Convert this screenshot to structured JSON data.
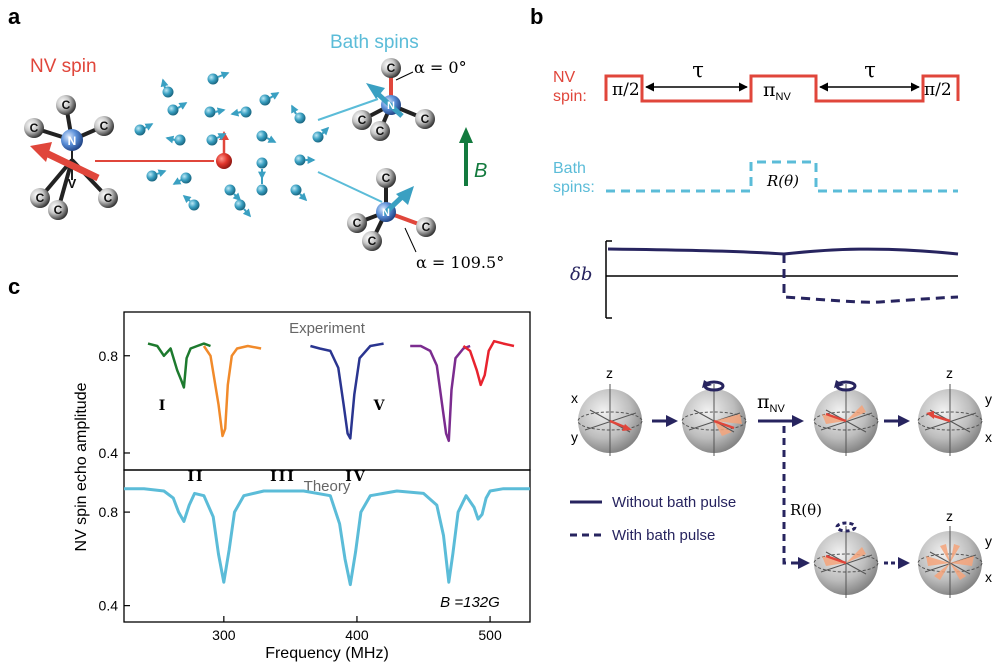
{
  "panels": {
    "a": "a",
    "b": "b",
    "c": "c"
  },
  "colors": {
    "nv_red": "#e0463b",
    "bath_blue": "#5bbcd8",
    "field_green": "#137a3e",
    "navy": "#27245f",
    "spin_orange": "#f5a37a",
    "theory_line": "#5bbcd8",
    "exp_I": "#1d7a2e",
    "exp_II": "#f18a2a",
    "exp_III": "#2a3590",
    "exp_IV": "#7b2c8f",
    "exp_V": "#e8232e"
  },
  "panel_a": {
    "nv_title": "NV spin",
    "bath_title": "Bath spins",
    "alpha_top": "α = 0°",
    "alpha_bottom": "α = 109.5°",
    "field_label": "B",
    "atom_c": "C",
    "atom_n": "N",
    "vacancy": "V"
  },
  "panel_b": {
    "nv_label_1": "NV",
    "nv_label_2": "spin:",
    "bath_label_1": "Bath",
    "bath_label_2": "spins:",
    "pi_half": "π/2",
    "tau": "τ",
    "pi_nv": "π",
    "pi_nv_sub": "NV",
    "rotation": "R(θ)",
    "delta_b": "δb",
    "legend_without": "Without bath pulse",
    "legend_with": "With bath pulse",
    "axis_x": "x",
    "axis_y": "y",
    "axis_z": "z"
  },
  "chart_data": {
    "type": "line",
    "xlabel": "Frequency (MHz)",
    "ylabel": "NV spin echo amplitude",
    "xlim": [
      225,
      530
    ],
    "x_ticks": [
      300,
      400,
      500
    ],
    "subplots": [
      {
        "title": "Experiment",
        "ylim": [
          0.33,
          0.98
        ],
        "y_ticks": [
          0.4,
          0.8
        ],
        "series": [
          {
            "name": "I",
            "x": [
              243,
              250,
              255,
              260,
              265,
              268,
              270,
              272,
              275,
              280,
              285,
              290
            ],
            "y": [
              0.85,
              0.84,
              0.8,
              0.83,
              0.74,
              0.7,
              0.67,
              0.79,
              0.83,
              0.84,
              0.85,
              0.84
            ]
          },
          {
            "name": "II",
            "x": [
              285,
              290,
              293,
              296,
              299,
              301,
              303,
              306,
              310,
              318,
              328
            ],
            "y": [
              0.84,
              0.8,
              0.7,
              0.6,
              0.47,
              0.5,
              0.68,
              0.8,
              0.83,
              0.84,
              0.83
            ]
          },
          {
            "name": "III",
            "x": [
              365,
              372,
              380,
              386,
              390,
              393,
              395,
              398,
              402,
              410,
              420
            ],
            "y": [
              0.84,
              0.83,
              0.82,
              0.75,
              0.6,
              0.48,
              0.46,
              0.64,
              0.79,
              0.84,
              0.85
            ]
          },
          {
            "name": "IV",
            "x": [
              440,
              448,
              455,
              460,
              464,
              467,
              469,
              471,
              474,
              480,
              485
            ],
            "y": [
              0.84,
              0.84,
              0.82,
              0.76,
              0.6,
              0.48,
              0.45,
              0.66,
              0.79,
              0.83,
              0.84
            ]
          },
          {
            "name": "V",
            "x": [
              480,
              485,
              490,
              493,
              496,
              499,
              503,
              510,
              518
            ],
            "y": [
              0.84,
              0.82,
              0.74,
              0.68,
              0.72,
              0.82,
              0.86,
              0.85,
              0.84
            ]
          }
        ],
        "annotations": [
          "I",
          "II",
          "III",
          "IV",
          "V"
        ]
      },
      {
        "title": "Theory",
        "ylim": [
          0.33,
          0.98
        ],
        "y_ticks": [
          0.4,
          0.8
        ],
        "series": [
          {
            "name": "",
            "x": [
              225,
              240,
              255,
              262,
              266,
              270,
              274,
              278,
              285,
              292,
              296,
              300,
              304,
              308,
              315,
              330,
              360,
              380,
              387,
              391,
              395,
              399,
              403,
              410,
              430,
              450,
              460,
              465,
              469,
              472,
              476,
              482,
              488,
              491,
              494,
              497,
              500,
              510,
              530
            ],
            "y": [
              0.9,
              0.9,
              0.89,
              0.86,
              0.8,
              0.76,
              0.83,
              0.88,
              0.87,
              0.78,
              0.62,
              0.5,
              0.64,
              0.8,
              0.87,
              0.89,
              0.89,
              0.87,
              0.75,
              0.6,
              0.49,
              0.63,
              0.8,
              0.87,
              0.89,
              0.88,
              0.83,
              0.7,
              0.5,
              0.62,
              0.8,
              0.87,
              0.82,
              0.77,
              0.79,
              0.86,
              0.89,
              0.9,
              0.9
            ]
          }
        ],
        "annotation": "B =132G"
      }
    ]
  }
}
